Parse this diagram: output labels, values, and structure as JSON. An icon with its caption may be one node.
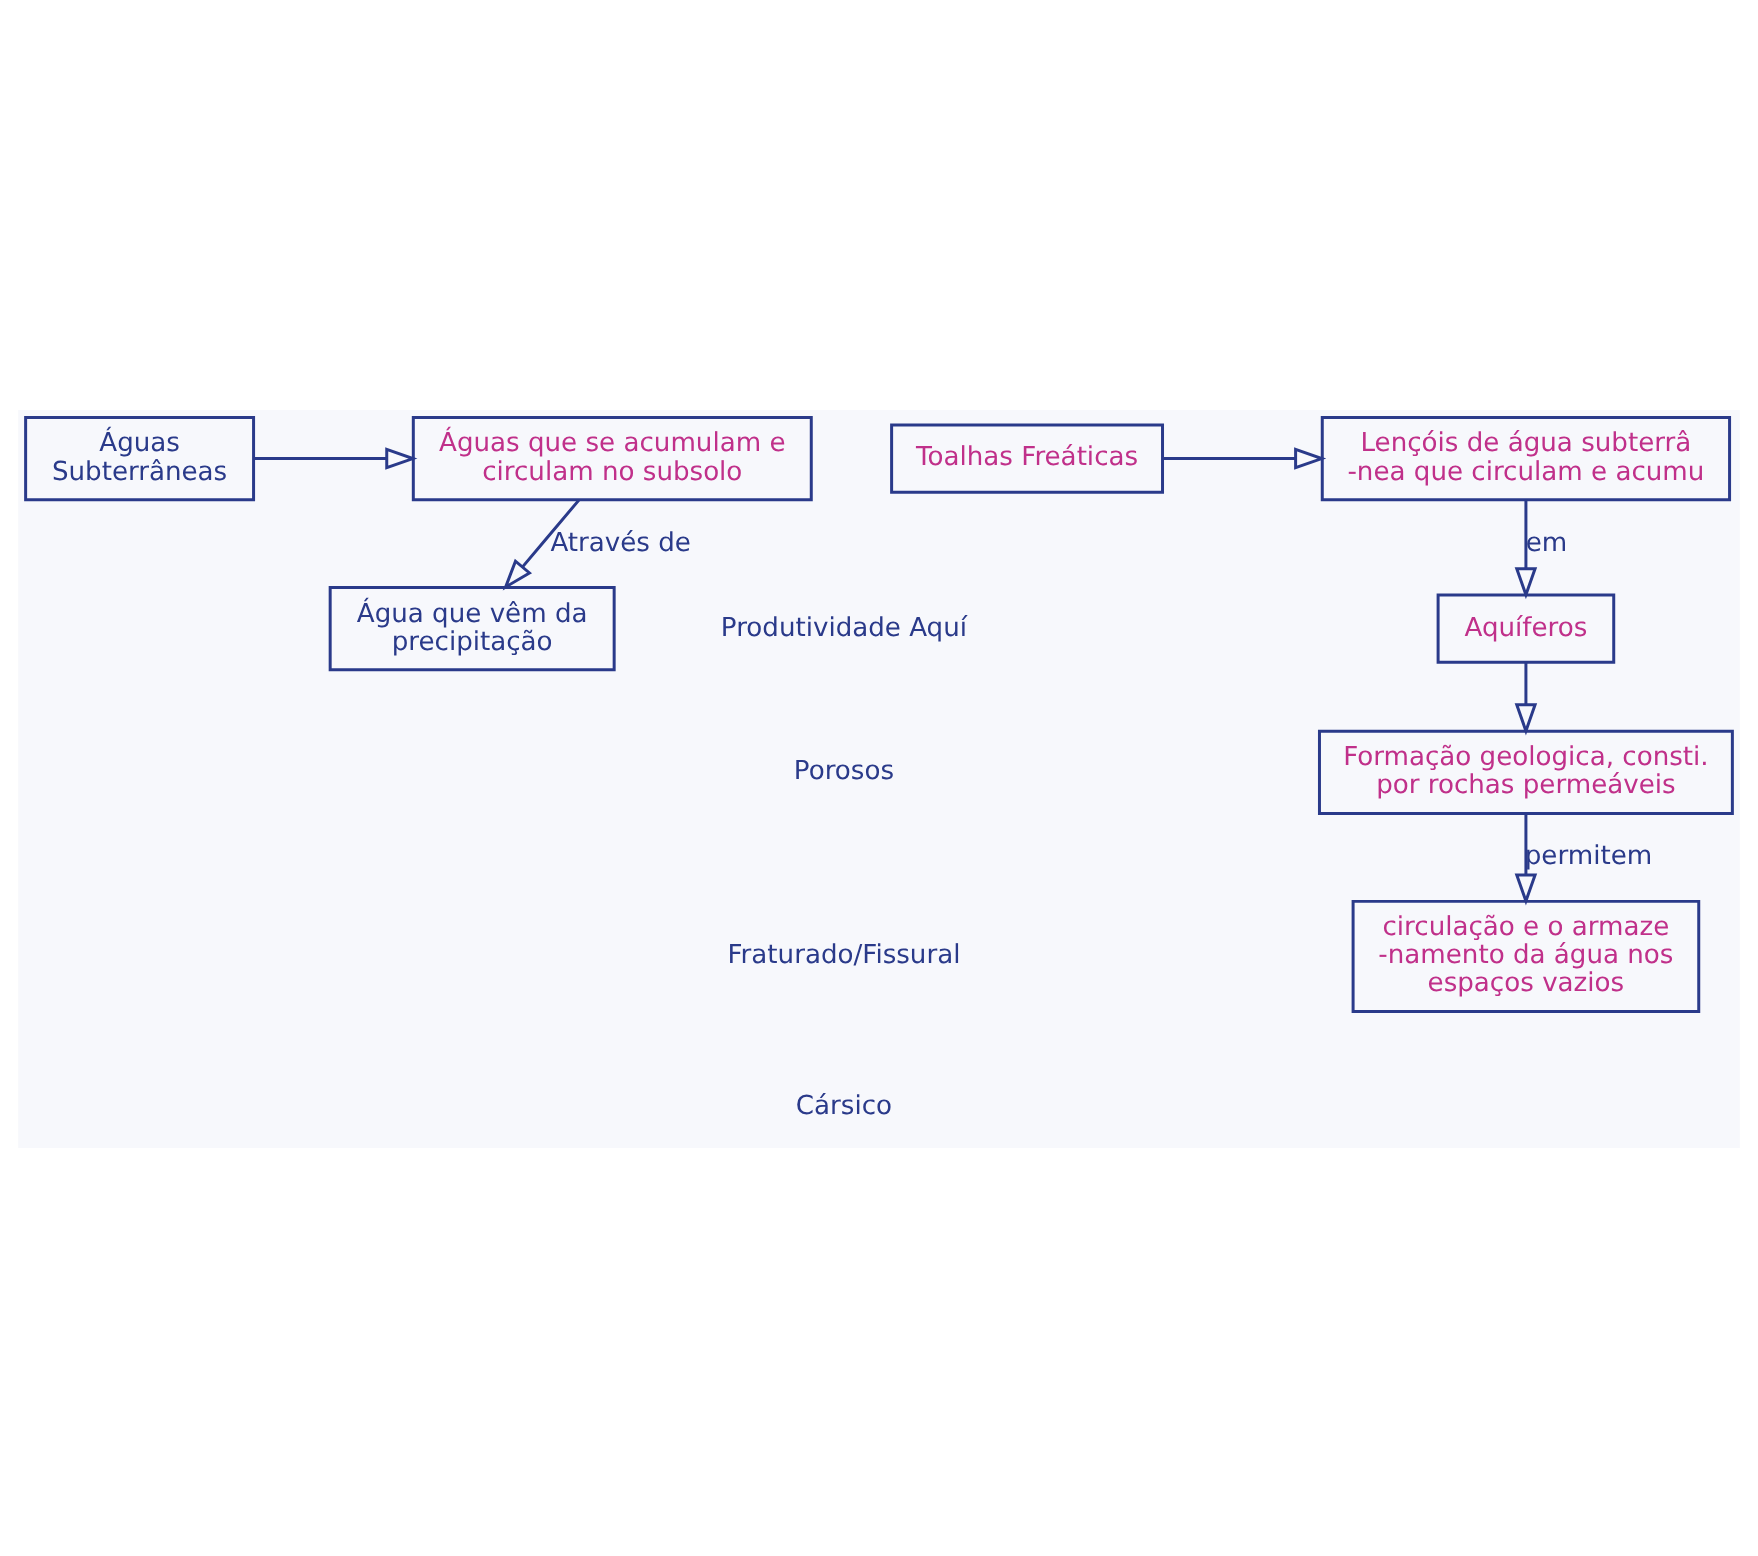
{
  "diagram": {
    "nodes": [
      {
        "text": [
          "Águas Subterrâneas"
        ]
      },
      {
        "text": [
          "Águas que se acumulam e circulam no subsolo"
        ]
      },
      {
        "text": [
          "Água que vêm da precipitação"
        ]
      },
      {
        "text": [
          "Toalhas Freáticas"
        ]
      },
      {
        "text": [
          "Lençóis de água subterrâ -nea que circulam e acumu"
        ]
      },
      {
        "text": [
          "Aquíferos"
        ]
      },
      {
        "text": [
          "Formação geologica, consti. por rochas permeáveis"
        ]
      },
      {
        "text": [
          "circulação e o armaze -namento da água nos espaços vazios"
        ]
      }
    ],
    "edges": [
      {
        "from": 0,
        "to": 1,
        "arrow": "to"
      },
      {
        "from": 1,
        "to": 2,
        "arrow": "to",
        "label": "Através de"
      },
      {
        "from": 3,
        "to": 4,
        "arrow": "to"
      },
      {
        "from": 4,
        "to": 5,
        "arrow": "to",
        "label": "em"
      },
      {
        "from": 5,
        "to": 6,
        "arrow": "to"
      },
      {
        "from": 6,
        "to": 7,
        "arrow": "to",
        "label": "permitem"
      }
    ],
    "labels": [
      "Produtividade Aquí",
      "Porosos",
      "Fraturado/Fissural",
      "Cársico"
    ]
  }
}
